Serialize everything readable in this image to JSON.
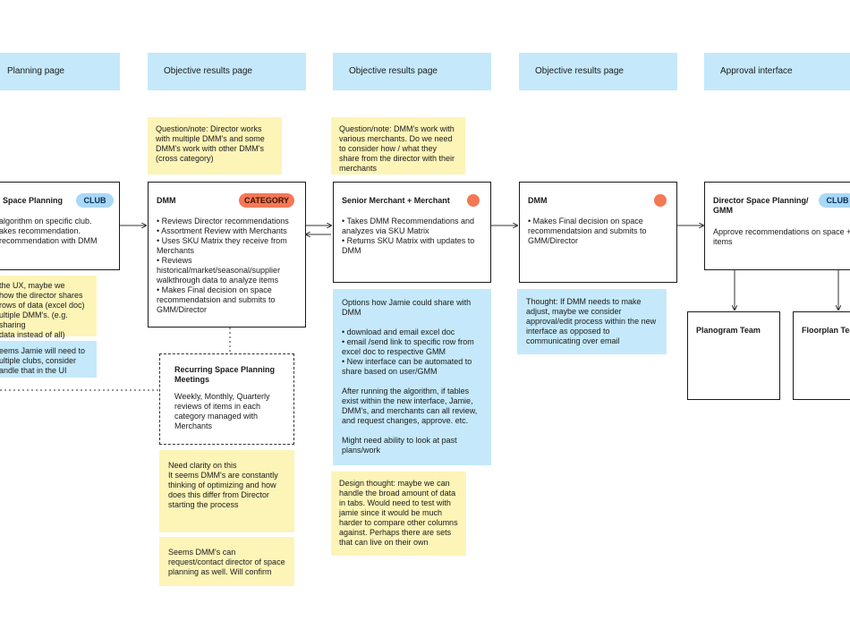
{
  "headers": [
    "Planning page",
    "Objective results page",
    "Objective results page",
    "Objective results page",
    "Approval interface"
  ],
  "cards": {
    "space_planning": {
      "title": "Space Planning",
      "tag": "CLUB",
      "body": "algorithm on specific club.\nakes recommendation.\nrecommendation with DMM"
    },
    "dmm_category": {
      "title": "DMM",
      "tag": "CATEGORY",
      "body": "• Reviews Director recommendations\n• Assortment Review with Merchants\n• Uses SKU Matrix they receive from Merchants\n• Reviews historical/market/seasonal/supplier walkthrough data to analyze items\n• Makes Final decision on space recommendatsion and submits to GMM/Director"
    },
    "senior_merchant": {
      "title": "Senior Merchant + Merchant",
      "body": "• Takes DMM Recommendations and analyzes via SKU Matrix\n• Returns SKU Matrix with updates to DMM"
    },
    "dmm_final": {
      "title": "DMM",
      "body": "• Makes Final decision on space recommendatsion and submits to GMM/Director"
    },
    "director_gmm": {
      "title": "Director Space Planning/ GMM",
      "tag": "CLUB",
      "body": "Approve recommendations on space + items"
    },
    "planogram": {
      "title": "Planogram Team"
    },
    "floorplan": {
      "title": "Floorplan Team"
    }
  },
  "notes": {
    "left_yellow": "the UX, maybe we\nhow the director shares\nrows of data (excel doc)\nultiple DMM's. (e.g. sharing\ndata instead of all)",
    "left_blue": "eems Jamie will need to\nultiple clubs, consider\nandle that in the UI",
    "director_works": "Question/note: Director works with multiple DMM's and some DMM's work with other  DMM's (cross category)",
    "dmm_work": "Question/note: DMM's work with various merchants. Do we need to consider how / what they share from the director with their merchants",
    "recurring_title": "Recurring Space Planning Meetings",
    "recurring_body": "Weekly, Monthly, Quarterly reviews of items in each category managed with Merchants",
    "need_clarity": "Need clarity on this\nIt seems DMM's are constantly thinking of optimizing and how does this differ from Director starting the process",
    "seems_dmm": "Seems DMM's can request/contact director of space planning as well. Will confirm",
    "options_jamie": "Options how Jamie could share with DMM\n\n• download and email excel doc\n• email /send link to specific row from excel doc to respective GMM\n• New interface can be automated to share based on user/GMM\n\nAfter running the algorithm, if tables exist within the new interface, Jamie, DMM's, and merchants can all review, and request changes, approve. etc.\n\nMight need ability to look at past plans/work",
    "design_thought": "Design thought: maybe we can handle the broad amount of data in tabs. Would need to test with jamie since it would be much harder to compare other columns against. Perhaps there are sets that can live on their own",
    "thought_dmm": "Thought: If DMM needs to make adjust, maybe we consider approval/edit process within the new interface as opposed to communicating over email"
  },
  "colors": {
    "header": "#c5e9fa",
    "note_yellow": "#fdf4b8",
    "note_blue": "#c5e9fa",
    "tag_club": "#a9d8f8",
    "tag_category": "#f47855",
    "status_dot": "#f47855"
  }
}
